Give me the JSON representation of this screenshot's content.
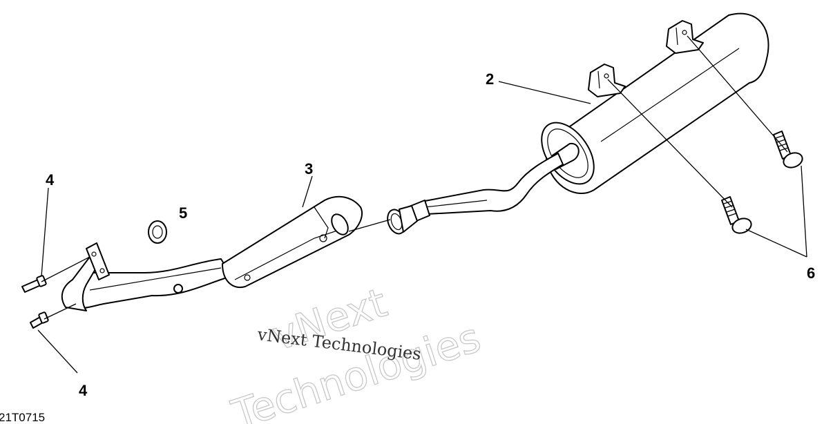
{
  "figure_id": "21T0715",
  "callouts": {
    "muffler": "2",
    "heat_shield": "3",
    "bolt_top": "4",
    "bolt_bottom": "4",
    "gasket": "5",
    "cap_screws": "6"
  },
  "watermark": {
    "outline_line1": "vNext",
    "outline_line2": "Technologies",
    "solid": "vNext Technologies"
  }
}
